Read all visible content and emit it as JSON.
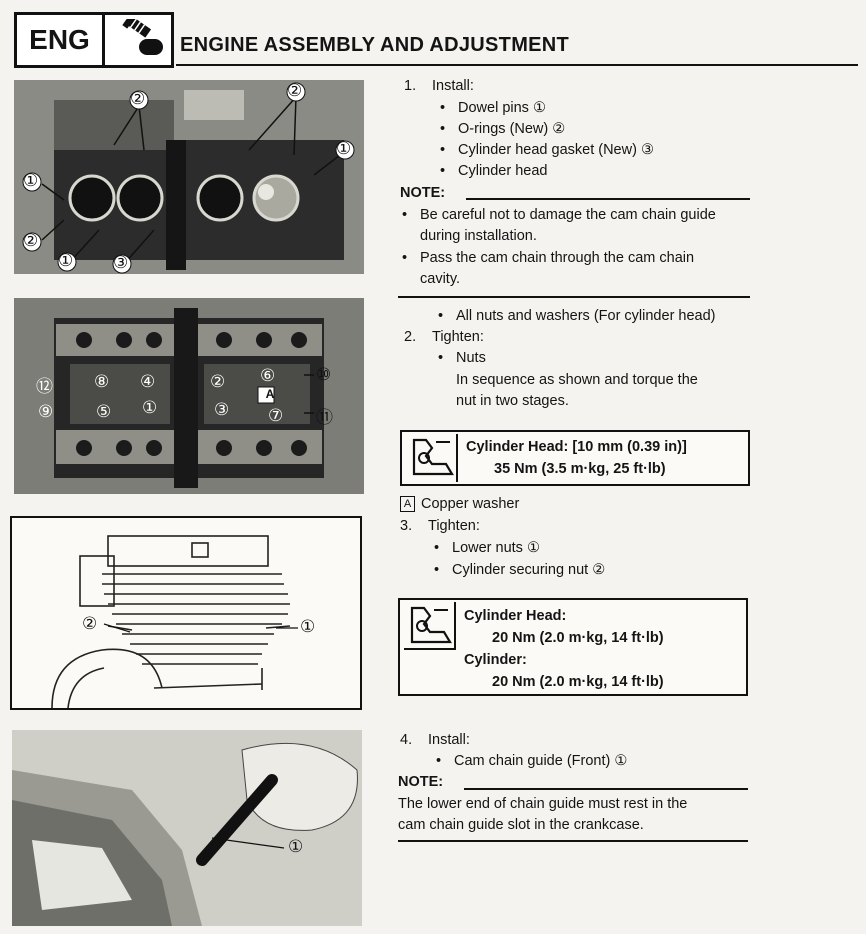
{
  "header": {
    "section_label": "ENG",
    "title": "ENGINE ASSEMBLY AND ADJUSTMENT"
  },
  "callouts": {
    "photo1": [
      "②",
      "②",
      "①",
      "①",
      "②",
      "①",
      "③"
    ],
    "photo2": [
      "⑫",
      "⑧",
      "④",
      "②",
      "⑥",
      "⑩",
      "⑨",
      "⑤",
      "①",
      "③",
      "A",
      "⑦",
      "⑪"
    ],
    "drawing": [
      "②",
      "①"
    ],
    "photo4": [
      "①"
    ]
  },
  "steps": {
    "step1": {
      "num": "1.",
      "action": "Install:",
      "items": [
        "Dowel pins ①",
        "O-rings (New) ②",
        "Cylinder head gasket (New) ③",
        "Cylinder head"
      ],
      "note_label": "NOTE:",
      "notes": [
        [
          "Be careful not to damage the cam chain guide",
          "during installation."
        ],
        [
          "Pass the cam chain through the cam chain",
          "cavity."
        ]
      ]
    },
    "pre2": "All nuts and washers (For cylinder head)",
    "step2": {
      "num": "2.",
      "action": "Tighten:",
      "item": "Nuts",
      "desc": [
        "In sequence as shown and torque the",
        "nut in two stages."
      ]
    },
    "torque1": {
      "line1": "Cylinder Head: [10 mm (0.39 in)]",
      "line2": "35 Nm (3.5 m·kg, 25 ft·lb)"
    },
    "copper": {
      "marker": "A",
      "text": "Copper washer"
    },
    "step3": {
      "num": "3.",
      "action": "Tighten:",
      "items": [
        "Lower nuts ①",
        "Cylinder securing nut ②"
      ]
    },
    "torque2": {
      "line1": "Cylinder Head:",
      "line2": "20 Nm (2.0 m·kg, 14 ft·lb)",
      "line3": "Cylinder:",
      "line4": "20 Nm (2.0 m·kg, 14 ft·lb)"
    },
    "step4": {
      "num": "4.",
      "action": "Install:",
      "item": "Cam chain guide (Front) ①",
      "note_label": "NOTE:",
      "note": [
        "The lower end of chain guide must rest in the",
        "cam chain guide slot in the crankcase."
      ]
    }
  }
}
